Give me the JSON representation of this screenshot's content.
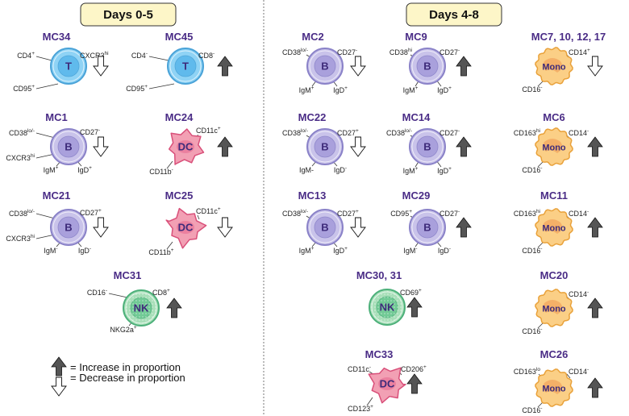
{
  "headers": {
    "left": "Days 0-5",
    "right": "Days 4-8"
  },
  "colors": {
    "T": {
      "fill": "#8fd3f5",
      "stroke": "#4aa3d8",
      "inner": "#5bb8ec",
      "text": "#2b3f8c"
    },
    "B": {
      "fill": "#c9c3ea",
      "stroke": "#8a82c8",
      "inner": "#a69ddb",
      "text": "#3e2b7a"
    },
    "NK": {
      "fill": "#a8dfb9",
      "stroke": "#4db07a",
      "inner": "#6cc892",
      "text": "#2b3f8c"
    },
    "DC": {
      "fill": "#f2a0b4",
      "stroke": "#d9507a",
      "inner": "#e8789a",
      "text": "#3e2b7a"
    },
    "Mono": {
      "fill": "#fbcf86",
      "stroke": "#e9a23b",
      "inner": "#f3a860",
      "text": "#3e2b7a"
    },
    "header_box": "#fdf6c8"
  },
  "clusters": [
    {
      "id": "MC34",
      "name": "MC34",
      "cell": "T",
      "shape": "round",
      "arrow": "down",
      "markers": [
        {
          "base": "CD4",
          "sup": "+"
        },
        {
          "base": "CXCR3",
          "sup": "hi"
        },
        {
          "base": "CD95",
          "sup": "+"
        }
      ]
    },
    {
      "id": "MC45",
      "name": "MC45",
      "cell": "T",
      "shape": "round",
      "arrow": "up",
      "markers": [
        {
          "base": "CD4",
          "sup": "-"
        },
        {
          "base": "CD8",
          "sup": "-"
        },
        {
          "base": "CD95",
          "sup": "+"
        }
      ]
    },
    {
      "id": "MC1",
      "name": "MC1",
      "cell": "B",
      "shape": "round",
      "arrow": "down",
      "markers": [
        {
          "base": "CD38",
          "sup": "lo/-"
        },
        {
          "base": "CD27",
          "sup": "-"
        },
        {
          "base": "CXCR3",
          "sup": "hi"
        },
        {
          "base": "IgM",
          "sup": "+"
        },
        {
          "base": "IgD",
          "sup": "+"
        }
      ]
    },
    {
      "id": "MC24",
      "name": "MC24",
      "cell": "DC",
      "shape": "dc",
      "arrow": "up",
      "markers": [
        {
          "base": "CD11c",
          "sup": "+"
        },
        {
          "base": "CD11b",
          "sup": "-"
        }
      ]
    },
    {
      "id": "MC21",
      "name": "MC21",
      "cell": "B",
      "shape": "round",
      "arrow": "down",
      "markers": [
        {
          "base": "CD38",
          "sup": "lo/-"
        },
        {
          "base": "CD27",
          "sup": "+"
        },
        {
          "base": "CXCR3",
          "sup": "hi"
        },
        {
          "base": "IgM",
          "sup": "-"
        },
        {
          "base": "IgD",
          "sup": "-"
        }
      ]
    },
    {
      "id": "MC25",
      "name": "MC25",
      "cell": "DC",
      "shape": "dc",
      "arrow": "down",
      "markers": [
        {
          "base": "CD11c",
          "sup": "+"
        },
        {
          "base": "CD11b",
          "sup": "+"
        }
      ]
    },
    {
      "id": "MC31",
      "name": "MC31",
      "cell": "NK",
      "shape": "round",
      "arrow": "up",
      "markers": [
        {
          "base": "CD16",
          "sup": "-"
        },
        {
          "base": "CD8",
          "sup": "+"
        },
        {
          "base": "NKG2a",
          "sup": "+"
        }
      ]
    },
    {
      "id": "MC2",
      "name": "MC2",
      "cell": "B",
      "shape": "round",
      "arrow": "down",
      "markers": [
        {
          "base": "CD38",
          "sup": "lo/-"
        },
        {
          "base": "CD27",
          "sup": "-"
        },
        {
          "base": "IgM",
          "sup": "+"
        },
        {
          "base": "IgD",
          "sup": "+"
        }
      ]
    },
    {
      "id": "MC9",
      "name": "MC9",
      "cell": "B",
      "shape": "round",
      "arrow": "up",
      "markers": [
        {
          "base": "CD38",
          "sup": "hi"
        },
        {
          "base": "CD27",
          "sup": "-"
        },
        {
          "base": "IgM",
          "sup": "+"
        },
        {
          "base": "IgD",
          "sup": "+"
        }
      ]
    },
    {
      "id": "MC7",
      "name": "MC7, 10, 12, 17",
      "cell": "Mono",
      "shape": "mono",
      "arrow": "down",
      "markers": [
        {
          "base": "CD14",
          "sup": "+"
        },
        {
          "base": "CD16",
          "sup": "-"
        }
      ]
    },
    {
      "id": "MC22",
      "name": "MC22",
      "cell": "B",
      "shape": "round",
      "arrow": "down",
      "markers": [
        {
          "base": "CD38",
          "sup": "lo/-"
        },
        {
          "base": "CD27",
          "sup": "+"
        },
        {
          "base": "IgM-",
          "sup": ""
        },
        {
          "base": "IgD",
          "sup": "-"
        }
      ]
    },
    {
      "id": "MC14",
      "name": "MC14",
      "cell": "B",
      "shape": "round",
      "arrow": "up",
      "markers": [
        {
          "base": "CD38",
          "sup": "lo/-"
        },
        {
          "base": "CD27",
          "sup": "-"
        },
        {
          "base": "IgM",
          "sup": "+"
        },
        {
          "base": "IgD",
          "sup": "+"
        }
      ]
    },
    {
      "id": "MC6",
      "name": "MC6",
      "cell": "Mono",
      "shape": "mono",
      "arrow": "up",
      "markers": [
        {
          "base": "CD163",
          "sup": "hi"
        },
        {
          "base": "CD14",
          "sup": "-"
        },
        {
          "base": "CD16",
          "sup": "-"
        }
      ]
    },
    {
      "id": "MC13",
      "name": "MC13",
      "cell": "B",
      "shape": "round",
      "arrow": "down",
      "markers": [
        {
          "base": "CD38",
          "sup": "lo/-"
        },
        {
          "base": "CD27",
          "sup": "+"
        },
        {
          "base": "IgM",
          "sup": "+"
        },
        {
          "base": "IgD",
          "sup": "+"
        }
      ]
    },
    {
      "id": "MC29",
      "name": "MC29",
      "cell": "B",
      "shape": "round",
      "arrow": "up",
      "markers": [
        {
          "base": "CD95",
          "sup": "+"
        },
        {
          "base": "CD27",
          "sup": "-"
        },
        {
          "base": "IgM",
          "sup": "-"
        },
        {
          "base": "IgD",
          "sup": "-"
        }
      ]
    },
    {
      "id": "MC11",
      "name": "MC11",
      "cell": "Mono",
      "shape": "mono",
      "arrow": "up",
      "markers": [
        {
          "base": "CD163",
          "sup": "hi"
        },
        {
          "base": "CD14",
          "sup": "-"
        },
        {
          "base": "CD16",
          "sup": "-"
        }
      ]
    },
    {
      "id": "MC30",
      "name": "MC30, 31",
      "cell": "NK",
      "shape": "round",
      "arrow": "up",
      "markers": [
        {
          "base": "CD69",
          "sup": "+"
        }
      ]
    },
    {
      "id": "MC20",
      "name": "MC20",
      "cell": "Mono",
      "shape": "mono",
      "arrow": "up",
      "markers": [
        {
          "base": "CD14",
          "sup": "-"
        },
        {
          "base": "CD16",
          "sup": "-"
        }
      ]
    },
    {
      "id": "MC33",
      "name": "MC33",
      "cell": "DC",
      "shape": "dc",
      "arrow": "up",
      "markers": [
        {
          "base": "CD11c",
          "sup": "-"
        },
        {
          "base": "CD206",
          "sup": "+"
        },
        {
          "base": "CD123",
          "sup": "+"
        }
      ]
    },
    {
      "id": "MC26",
      "name": "MC26",
      "cell": "Mono",
      "shape": "mono",
      "arrow": "up",
      "markers": [
        {
          "base": "CD163",
          "sup": "lo"
        },
        {
          "base": "CD14",
          "sup": "-"
        },
        {
          "base": "CD16",
          "sup": "-"
        }
      ]
    }
  ],
  "legend": {
    "increase": "= Increase in proportion",
    "decrease": "= Decrease in proportion"
  }
}
